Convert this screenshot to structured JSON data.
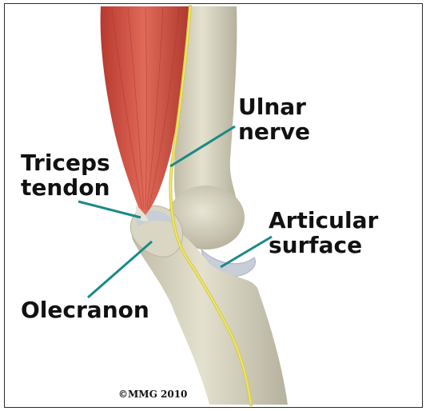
{
  "labels": {
    "ulnar_nerve": [
      "Ulnar",
      "nerve"
    ],
    "triceps_tendon": [
      "Triceps",
      "tendon"
    ],
    "articular_surface": [
      "Articular",
      "surface"
    ],
    "olecranon": "Olecranon"
  },
  "copyright": "©MMG 2010",
  "colors": {
    "leader": "#1a8a86",
    "nerve": "#d9cf45",
    "muscle": "#c9483c",
    "bone": "#dcd8c4",
    "cartilage": "#c8ced8"
  }
}
